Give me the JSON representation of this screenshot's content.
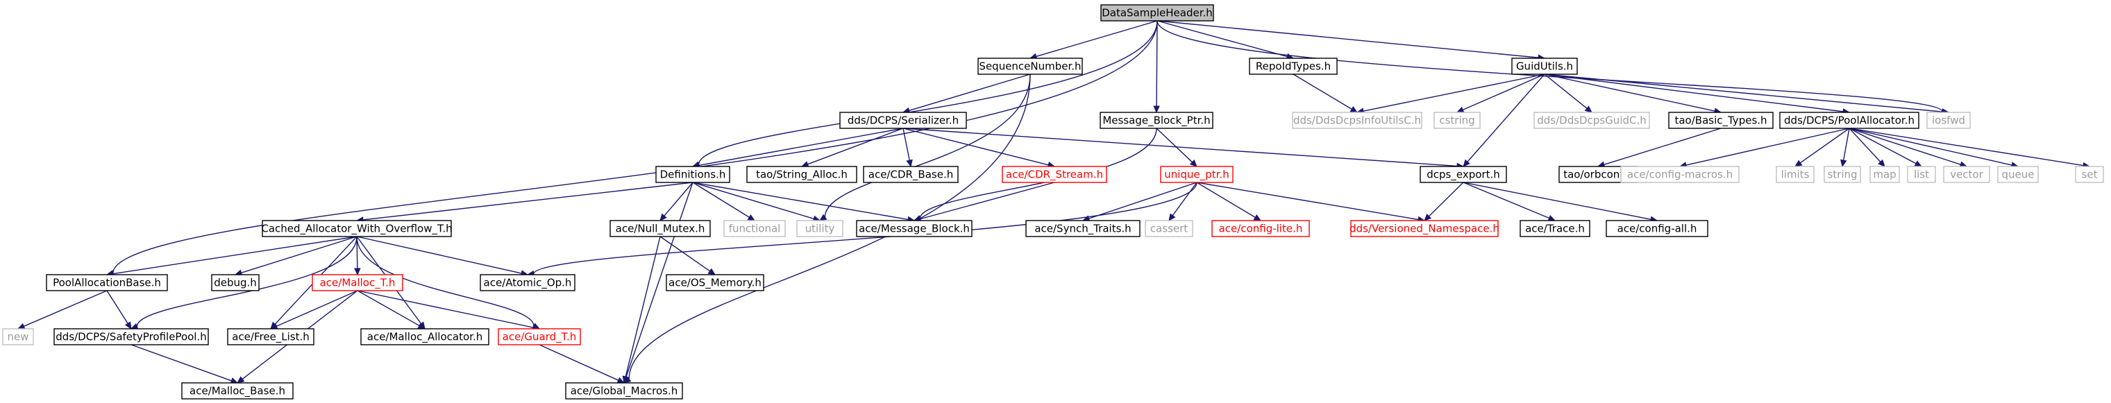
{
  "colors": {
    "edge": "#191970",
    "text_normal": "#000000",
    "text_gray": "#9a9a9a",
    "text_red": "#ff0000",
    "border_normal": "#000000",
    "border_gray": "#bfbfbf",
    "border_red": "#ff0000",
    "root_fill": "#bfbfbf",
    "fill": "#ffffff"
  },
  "nodes": [
    {
      "id": "root",
      "label": "DataSampleHeader.h",
      "style": "root"
    },
    {
      "id": "seqnum",
      "label": "SequenceNumber.h",
      "style": "normal"
    },
    {
      "id": "repoid",
      "label": "RepoIdTypes.h",
      "style": "normal"
    },
    {
      "id": "guidutils",
      "label": "GuidUtils.h",
      "style": "normal"
    },
    {
      "id": "mbptr",
      "label": "Message_Block_Ptr.h",
      "style": "normal"
    },
    {
      "id": "serializer",
      "label": "dds/DCPS/Serializer.h",
      "style": "normal"
    },
    {
      "id": "infoutils",
      "label": "dds/DdsDcpsInfoUtilsC.h",
      "style": "gray"
    },
    {
      "id": "cstring",
      "label": "cstring",
      "style": "gray"
    },
    {
      "id": "guidc",
      "label": "dds/DdsDcpsGuidC.h",
      "style": "gray"
    },
    {
      "id": "basictypes",
      "label": "tao/Basic_Types.h",
      "style": "normal"
    },
    {
      "id": "poolalloc",
      "label": "dds/DCPS/PoolAllocator.h",
      "style": "normal"
    },
    {
      "id": "iosfwd",
      "label": "iosfwd",
      "style": "gray"
    },
    {
      "id": "definitions",
      "label": "Definitions.h",
      "style": "normal"
    },
    {
      "id": "stringalloc",
      "label": "tao/String_Alloc.h",
      "style": "normal"
    },
    {
      "id": "cdrbase",
      "label": "ace/CDR_Base.h",
      "style": "normal"
    },
    {
      "id": "cdrstream",
      "label": "ace/CDR_Stream.h",
      "style": "red"
    },
    {
      "id": "uniqueptr",
      "label": "unique_ptr.h",
      "style": "red"
    },
    {
      "id": "dcpsexport",
      "label": "dcps_export.h",
      "style": "normal"
    },
    {
      "id": "orbconf",
      "label": "tao/orbconf.h",
      "style": "normal"
    },
    {
      "id": "configmacros",
      "label": "ace/config-macros.h",
      "style": "gray"
    },
    {
      "id": "limits",
      "label": "limits",
      "style": "gray"
    },
    {
      "id": "string",
      "label": "string",
      "style": "gray"
    },
    {
      "id": "map",
      "label": "map",
      "style": "gray"
    },
    {
      "id": "list",
      "label": "list",
      "style": "gray"
    },
    {
      "id": "vector",
      "label": "vector",
      "style": "gray"
    },
    {
      "id": "queue",
      "label": "queue",
      "style": "gray"
    },
    {
      "id": "set",
      "label": "set",
      "style": "gray"
    },
    {
      "id": "cachedalloc",
      "label": "Cached_Allocator_With_Overflow_T.h",
      "style": "normal"
    },
    {
      "id": "nullmutex",
      "label": "ace/Null_Mutex.h",
      "style": "normal"
    },
    {
      "id": "functional",
      "label": "functional",
      "style": "gray"
    },
    {
      "id": "utility",
      "label": "utility",
      "style": "gray"
    },
    {
      "id": "msgblock",
      "label": "ace/Message_Block.h",
      "style": "normal"
    },
    {
      "id": "synchtraits",
      "label": "ace/Synch_Traits.h",
      "style": "normal"
    },
    {
      "id": "cassert",
      "label": "cassert",
      "style": "gray"
    },
    {
      "id": "configlite",
      "label": "ace/config-lite.h",
      "style": "red"
    },
    {
      "id": "versioned",
      "label": "dds/Versioned_Namespace.h",
      "style": "red"
    },
    {
      "id": "trace",
      "label": "ace/Trace.h",
      "style": "normal"
    },
    {
      "id": "configall",
      "label": "ace/config-all.h",
      "style": "normal"
    },
    {
      "id": "poolallocbase",
      "label": "PoolAllocationBase.h",
      "style": "normal"
    },
    {
      "id": "debug",
      "label": "debug.h",
      "style": "normal"
    },
    {
      "id": "mallocT",
      "label": "ace/Malloc_T.h",
      "style": "red"
    },
    {
      "id": "atomicop",
      "label": "ace/Atomic_Op.h",
      "style": "normal"
    },
    {
      "id": "osmemory",
      "label": "ace/OS_Memory.h",
      "style": "normal"
    },
    {
      "id": "new",
      "label": "new",
      "style": "gray"
    },
    {
      "id": "safetypool",
      "label": "dds/DCPS/SafetyProfilePool.h",
      "style": "normal"
    },
    {
      "id": "freelist",
      "label": "ace/Free_List.h",
      "style": "normal"
    },
    {
      "id": "mallocallocator",
      "label": "ace/Malloc_Allocator.h",
      "style": "normal"
    },
    {
      "id": "guardT",
      "label": "ace/Guard_T.h",
      "style": "red"
    },
    {
      "id": "mallocbase",
      "label": "ace/Malloc_Base.h",
      "style": "normal"
    },
    {
      "id": "globalmacros",
      "label": "ace/Global_Macros.h",
      "style": "normal"
    }
  ],
  "edges": [
    [
      "root",
      "seqnum"
    ],
    [
      "root",
      "repoid"
    ],
    [
      "root",
      "guidutils"
    ],
    [
      "root",
      "mbptr"
    ],
    [
      "root",
      "definitions"
    ],
    [
      "root",
      "poolallocbase"
    ],
    [
      "root",
      "iosfwd"
    ],
    [
      "seqnum",
      "serializer"
    ],
    [
      "seqnum",
      "utility"
    ],
    [
      "seqnum",
      "globalmacros"
    ],
    [
      "repoid",
      "infoutils"
    ],
    [
      "guidutils",
      "infoutils"
    ],
    [
      "guidutils",
      "cstring"
    ],
    [
      "guidutils",
      "guidc"
    ],
    [
      "guidutils",
      "basictypes"
    ],
    [
      "guidutils",
      "poolalloc"
    ],
    [
      "guidutils",
      "iosfwd"
    ],
    [
      "guidutils",
      "dcpsexport"
    ],
    [
      "mbptr",
      "uniqueptr"
    ],
    [
      "mbptr",
      "msgblock"
    ],
    [
      "serializer",
      "definitions"
    ],
    [
      "serializer",
      "stringalloc"
    ],
    [
      "serializer",
      "cdrbase"
    ],
    [
      "serializer",
      "cdrstream"
    ],
    [
      "serializer",
      "dcpsexport"
    ],
    [
      "basictypes",
      "orbconf"
    ],
    [
      "poolalloc",
      "configmacros"
    ],
    [
      "poolalloc",
      "limits"
    ],
    [
      "poolalloc",
      "string"
    ],
    [
      "poolalloc",
      "map"
    ],
    [
      "poolalloc",
      "list"
    ],
    [
      "poolalloc",
      "vector"
    ],
    [
      "poolalloc",
      "queue"
    ],
    [
      "poolalloc",
      "set"
    ],
    [
      "definitions",
      "cachedalloc"
    ],
    [
      "definitions",
      "nullmutex"
    ],
    [
      "definitions",
      "functional"
    ],
    [
      "definitions",
      "utility"
    ],
    [
      "definitions",
      "msgblock"
    ],
    [
      "definitions",
      "globalmacros"
    ],
    [
      "cdrstream",
      "msgblock"
    ],
    [
      "uniqueptr",
      "synchtraits"
    ],
    [
      "uniqueptr",
      "cassert"
    ],
    [
      "uniqueptr",
      "configlite"
    ],
    [
      "uniqueptr",
      "versioned"
    ],
    [
      "uniqueptr",
      "atomicop"
    ],
    [
      "dcpsexport",
      "versioned"
    ],
    [
      "dcpsexport",
      "trace"
    ],
    [
      "dcpsexport",
      "configall"
    ],
    [
      "cachedalloc",
      "poolallocbase"
    ],
    [
      "cachedalloc",
      "debug"
    ],
    [
      "cachedalloc",
      "mallocT"
    ],
    [
      "cachedalloc",
      "atomicop"
    ],
    [
      "cachedalloc",
      "freelist"
    ],
    [
      "cachedalloc",
      "mallocallocator"
    ],
    [
      "cachedalloc",
      "guardT"
    ],
    [
      "cachedalloc",
      "safetypool"
    ],
    [
      "nullmutex",
      "osmemory"
    ],
    [
      "nullmutex",
      "globalmacros"
    ],
    [
      "poolallocbase",
      "new"
    ],
    [
      "poolallocbase",
      "safetypool"
    ],
    [
      "mallocT",
      "freelist"
    ],
    [
      "mallocT",
      "mallocallocator"
    ],
    [
      "mallocT",
      "guardT"
    ],
    [
      "mallocT",
      "mallocbase"
    ],
    [
      "safetypool",
      "mallocbase"
    ],
    [
      "guardT",
      "globalmacros"
    ]
  ]
}
